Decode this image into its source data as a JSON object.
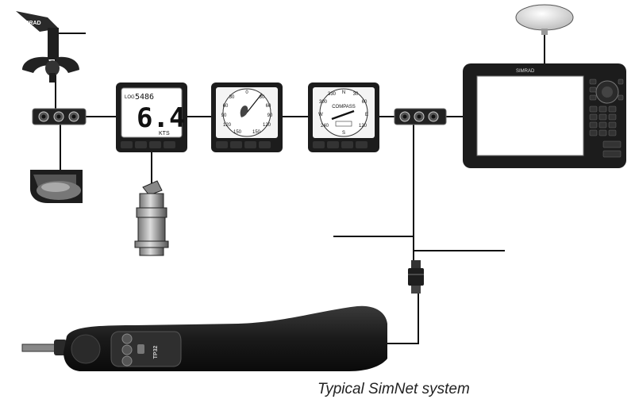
{
  "caption": "Typical SimNet system",
  "brand_text": "SIMRAD",
  "log_display": {
    "log_label": "LOG",
    "log_value": "5486",
    "speed_value": "6.4",
    "unit": "KTS"
  },
  "wind_dial": {
    "scale_labels": [
      "0",
      "30",
      "60",
      "90",
      "120",
      "150",
      "30",
      "60",
      "90",
      "120",
      "150"
    ]
  },
  "compass_dial": {
    "title": "COMPASS",
    "scale_labels": [
      "330",
      "N",
      "30",
      "300",
      "60",
      "W",
      "E",
      "240",
      "120",
      "S"
    ]
  },
  "autopilot_label": "TP32",
  "colors": {
    "line": "#111111",
    "device_body": "#1c1c1c",
    "screen": "#ffffff",
    "dial_face": "#f4f4f4",
    "button": "#2c2c2c"
  }
}
